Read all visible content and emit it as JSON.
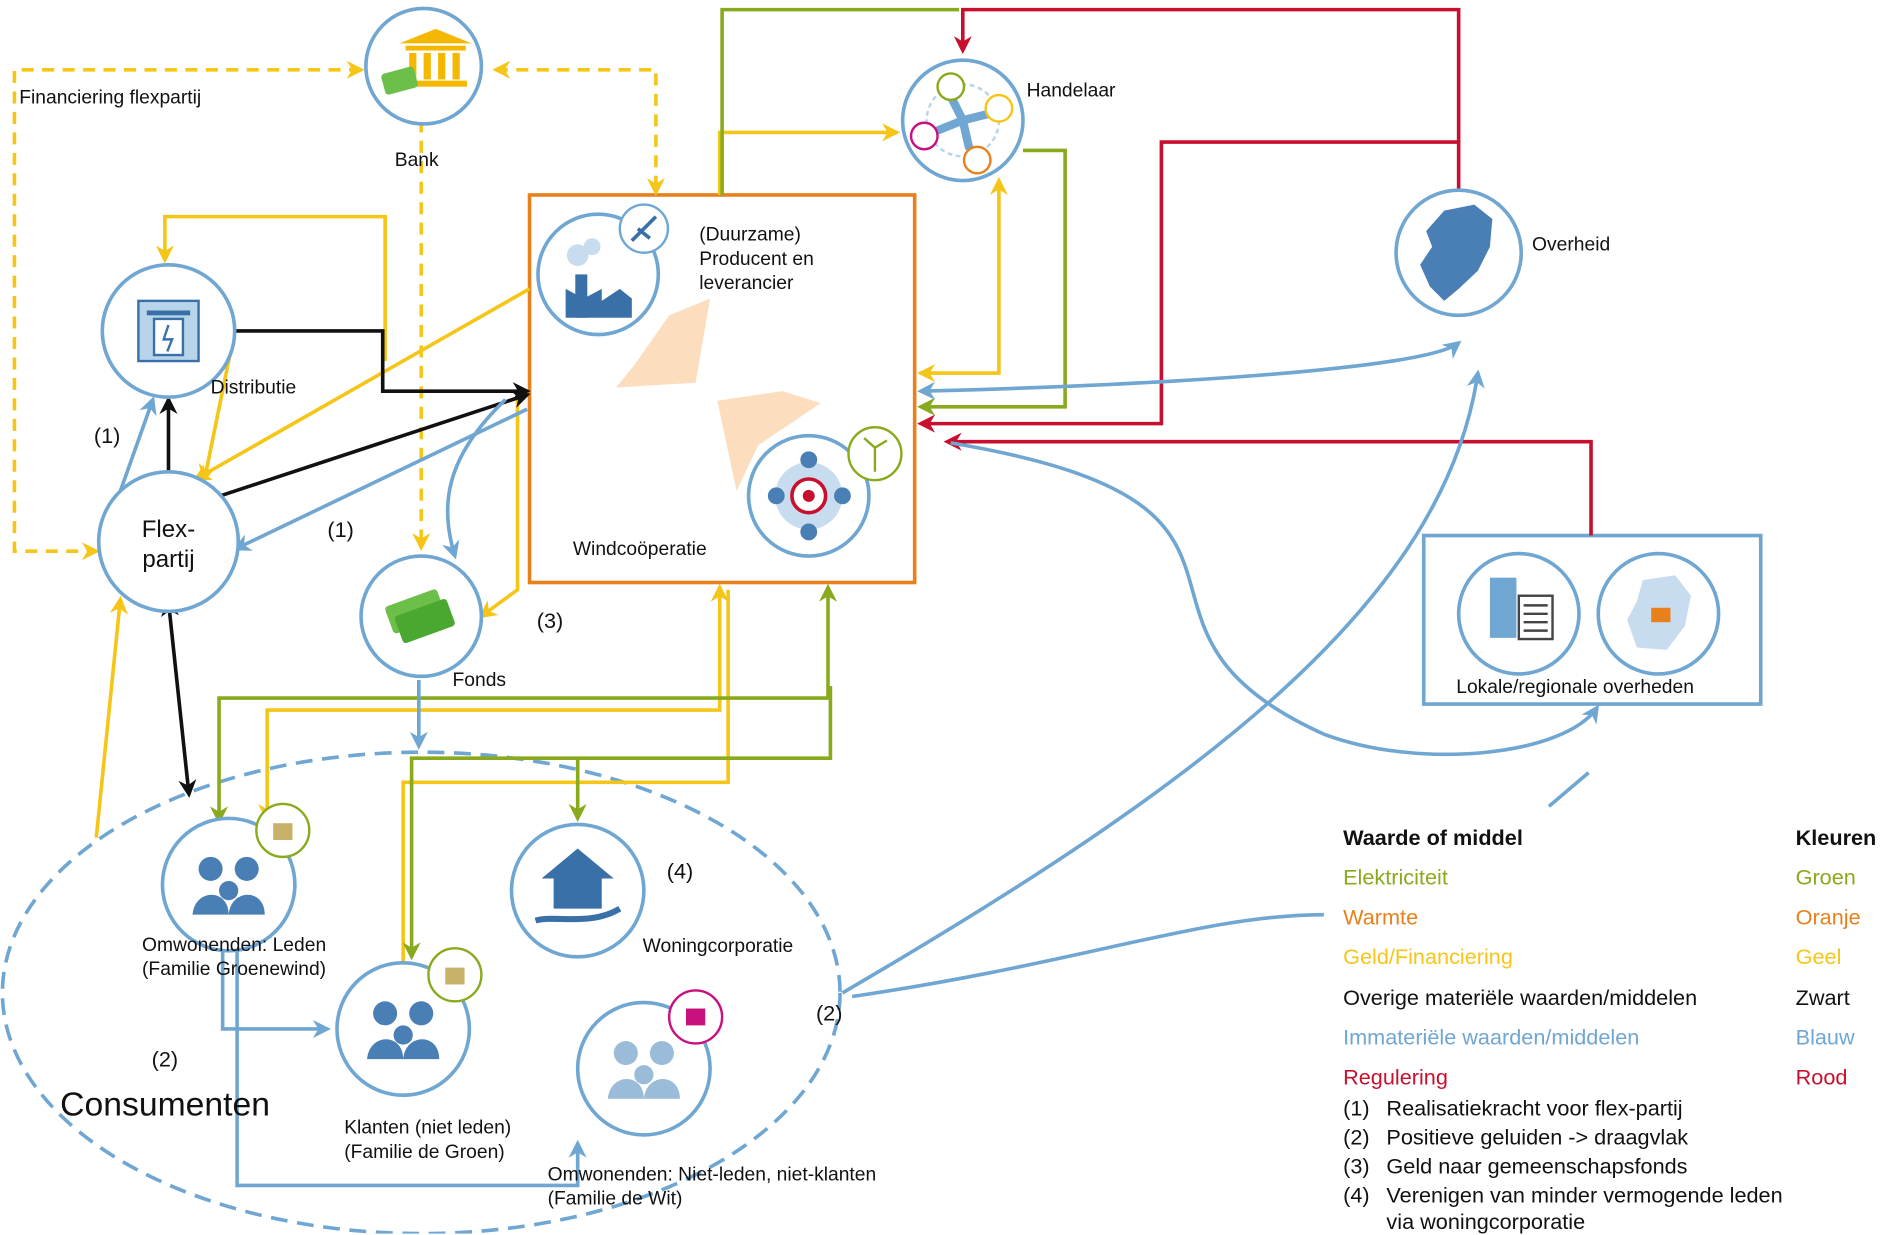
{
  "nodes": {
    "bank": "Bank",
    "handelaar": "Handelaar",
    "overheid": "Overheid",
    "producent": "(Duurzame)\nProducent en\nleverancier",
    "distributie": "Distributie",
    "flexpartij": "Flex-\npartij",
    "windcooperatie": "Windcoöperatie",
    "fonds": "Fonds",
    "lokale": "Lokale/regionale overheden",
    "woningcorporatie": "Woningcorporatie",
    "leden": "Omwonenden: Leden\n(Familie Groenewind)",
    "klanten": "Klanten (niet leden)\n(Familie de Groen)",
    "nietleden": "Omwonenden: Niet-leden, niet-klanten\n(Familie de Wit)",
    "consumenten": "Consumenten"
  },
  "edge_labels": {
    "financiering": "Financiering flexpartij",
    "n1a": "(1)",
    "n1b": "(1)",
    "n3": "(3)",
    "n4": "(4)",
    "n2a": "(2)",
    "n2b": "(2)"
  },
  "legend": {
    "header_left": "Waarde of middel",
    "header_right": "Kleuren",
    "rows": [
      {
        "left": "Elektriciteit",
        "right": "Groen",
        "color": "#8aaa1e"
      },
      {
        "left": "Warmte",
        "right": "Oranje",
        "color": "#e8801c"
      },
      {
        "left": "Geld/Financiering",
        "right": "Geel",
        "color": "#f5c518"
      },
      {
        "left": "Overige materiële  waarden/middelen",
        "right": "Zwart",
        "color": "#111111"
      },
      {
        "left": "Immateriële  waarden/middelen",
        "right": "Blauw",
        "color": "#6fa6d2"
      },
      {
        "left": "Regulering",
        "right": "Rood",
        "color": "#c8102e"
      }
    ],
    "notes": [
      {
        "num": "(1)",
        "text": "Realisatiekracht voor flex-partij"
      },
      {
        "num": "(2)",
        "text": "Positieve geluiden -> draagvlak"
      },
      {
        "num": "(3)",
        "text": "Geld naar gemeenschapsfonds"
      },
      {
        "num": "(4)",
        "text": "Verenigen van minder vermogende leden\nvia woningcorporatie"
      }
    ]
  },
  "colors": {
    "green": "#8aaa1e",
    "orange": "#e8801c",
    "yellow": "#f5c518",
    "black": "#111111",
    "blue": "#6fa6d2",
    "red": "#c8102e",
    "circle_stroke": "#6fa6d2",
    "box_orange": "#e8801c",
    "box_blue": "#6fa6d2"
  },
  "icons": {
    "bank": "bank-icon",
    "handelaar": "trader-wheel-icon",
    "overheid": "netherlands-map-icon",
    "producent": "factory-icon",
    "distributie": "substation-icon",
    "windcooperatie": "team-target-icon",
    "fonds": "money-icon",
    "lokale_doc": "building-document-icon",
    "lokale_map": "province-map-icon",
    "woningcorporatie": "house-hand-icon",
    "leden": "family-icon",
    "klanten": "family-icon",
    "nietleden": "elderly-family-icon"
  }
}
